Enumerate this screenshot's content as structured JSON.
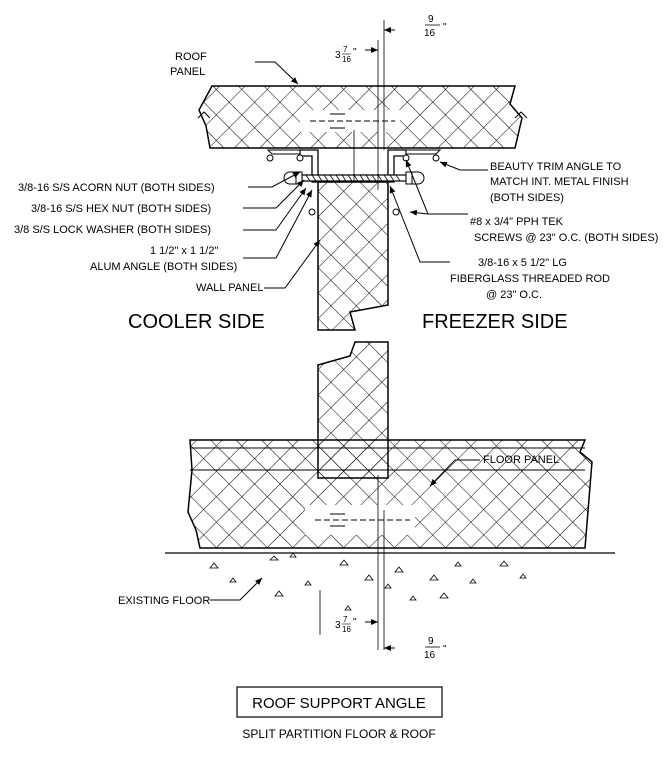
{
  "labels": {
    "roof_panel_1": "ROOF",
    "roof_panel_2": "PANEL",
    "acorn_nut": "3/8-16 S/S ACORN NUT (BOTH SIDES)",
    "hex_nut": "3/8-16 S/S HEX NUT (BOTH SIDES)",
    "lock_washer": "3/8 S/S LOCK WASHER (BOTH SIDES)",
    "alum_angle_1": "1 1/2\" x 1 1/2\"",
    "alum_angle_2": "ALUM ANGLE (BOTH SIDES)",
    "wall_panel": "WALL PANEL",
    "beauty_trim_1": "BEAUTY TRIM ANGLE TO",
    "beauty_trim_2": "MATCH INT. METAL FINISH",
    "beauty_trim_3": "(BOTH SIDES)",
    "tek_screws_1": "#8 x 3/4\" PPH TEK",
    "tek_screws_2": "SCREWS @ 23\" O.C. (BOTH SIDES)",
    "threaded_rod_1": "3/8-16 x 5 1/2\" LG",
    "threaded_rod_2": "FIBERGLASS THREADED ROD",
    "threaded_rod_3": "@ 23\" O.C.",
    "cooler_side": "COOLER SIDE",
    "freezer_side": "FREEZER SIDE",
    "floor_panel": "FLOOR PANEL",
    "existing_floor": "EXISTING FLOOR"
  },
  "dimensions": {
    "top_small": {
      "num": "9",
      "den": "16",
      "unit": "\""
    },
    "top_large": {
      "whole": "3",
      "num": "7",
      "den": "16",
      "unit": "\""
    },
    "bottom_large": {
      "whole": "3",
      "num": "7",
      "den": "16",
      "unit": "\""
    },
    "bottom_small": {
      "num": "9",
      "den": "16",
      "unit": "\""
    }
  },
  "title_block": {
    "title": "ROOF SUPPORT ANGLE",
    "subtitle": "SPLIT PARTITION FLOOR & ROOF"
  }
}
